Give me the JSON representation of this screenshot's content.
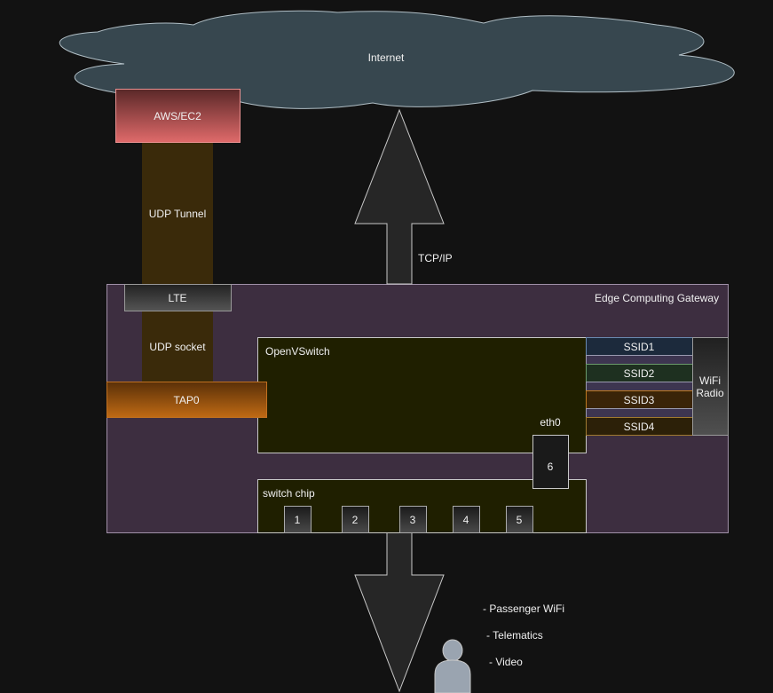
{
  "internet": {
    "label": "Internet"
  },
  "aws": {
    "label": "AWS/EC2"
  },
  "udp_tunnel": {
    "label": "UDP Tunnel"
  },
  "tcpip": {
    "label": "TCP/IP"
  },
  "gateway": {
    "label": "Edge Computing Gateway"
  },
  "lte": {
    "label": "LTE"
  },
  "udp_socket": {
    "label": "UDP socket"
  },
  "tap0": {
    "label": "TAP0"
  },
  "ovs": {
    "label": "OpenVSwitch"
  },
  "eth0": {
    "label": "eth0"
  },
  "port6": {
    "label": "6"
  },
  "ssids": [
    {
      "label": "SSID1"
    },
    {
      "label": "SSID2"
    },
    {
      "label": "SSID3"
    },
    {
      "label": "SSID4"
    }
  ],
  "wifi_radio": {
    "line1": "WiFi",
    "line2": "Radio"
  },
  "switch_chip": {
    "label": "switch chip",
    "ports": [
      "1",
      "2",
      "3",
      "4",
      "5"
    ]
  },
  "services": [
    "- Passenger WiFi",
    "- Telematics",
    "- Video"
  ]
}
